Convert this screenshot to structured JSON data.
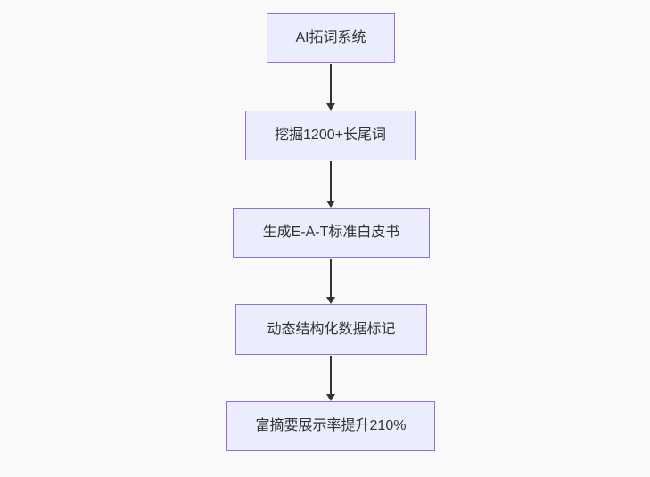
{
  "flowchart": {
    "type": "flowchart",
    "direction": "top-down",
    "nodes": [
      {
        "label": "AI拓词系统"
      },
      {
        "label": "挖掘1200+长尾词"
      },
      {
        "label": "生成E-A-T标准白皮书"
      },
      {
        "label": "动态结构化数据标记"
      },
      {
        "label": "富摘要展示率提升210%"
      }
    ],
    "edges": [
      {
        "from": "AI拓词系统",
        "to": "挖掘1200+长尾词"
      },
      {
        "from": "挖掘1200+长尾词",
        "to": "生成E-A-T标准白皮书"
      },
      {
        "from": "生成E-A-T标准白皮书",
        "to": "动态结构化数据标记"
      },
      {
        "from": "动态结构化数据标记",
        "to": "富摘要展示率提升210%"
      }
    ]
  },
  "colors": {
    "node-fill": "#ececff",
    "node-border": "#9370db",
    "edge-color": "#333333",
    "text-color": "#333333",
    "bg": "#fafafa"
  }
}
